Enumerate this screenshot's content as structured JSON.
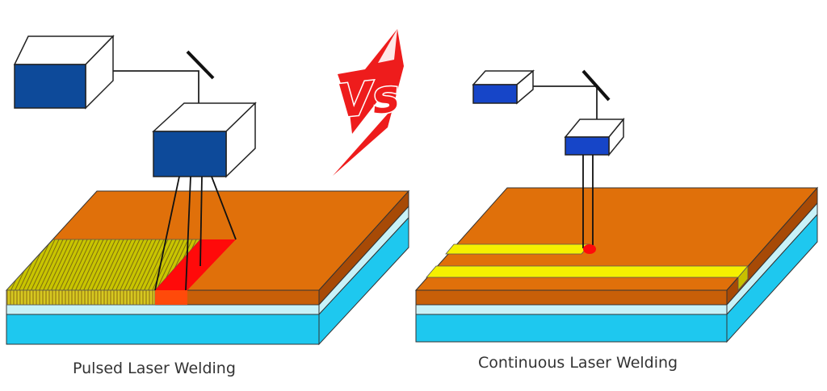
{
  "captions": {
    "left": "Pulsed Laser Welding",
    "right": "Continuous Laser Welding"
  },
  "vs_label": "Vs",
  "colors": {
    "laser_unit_blue": "#0d4a9a",
    "laser_unit_blue_bright": "#1645c8",
    "metal_top": "#e0700a",
    "metal_side": "#c85f08",
    "cyan_layer": "#1ec8ef",
    "light_cyan_layer": "#c8f2f8",
    "weld_yellow": "#f5f000",
    "pulsed_weld_olive": "#c8c800",
    "molten_red": "#ff0a0a",
    "vs_red": "#ee1c1c"
  }
}
